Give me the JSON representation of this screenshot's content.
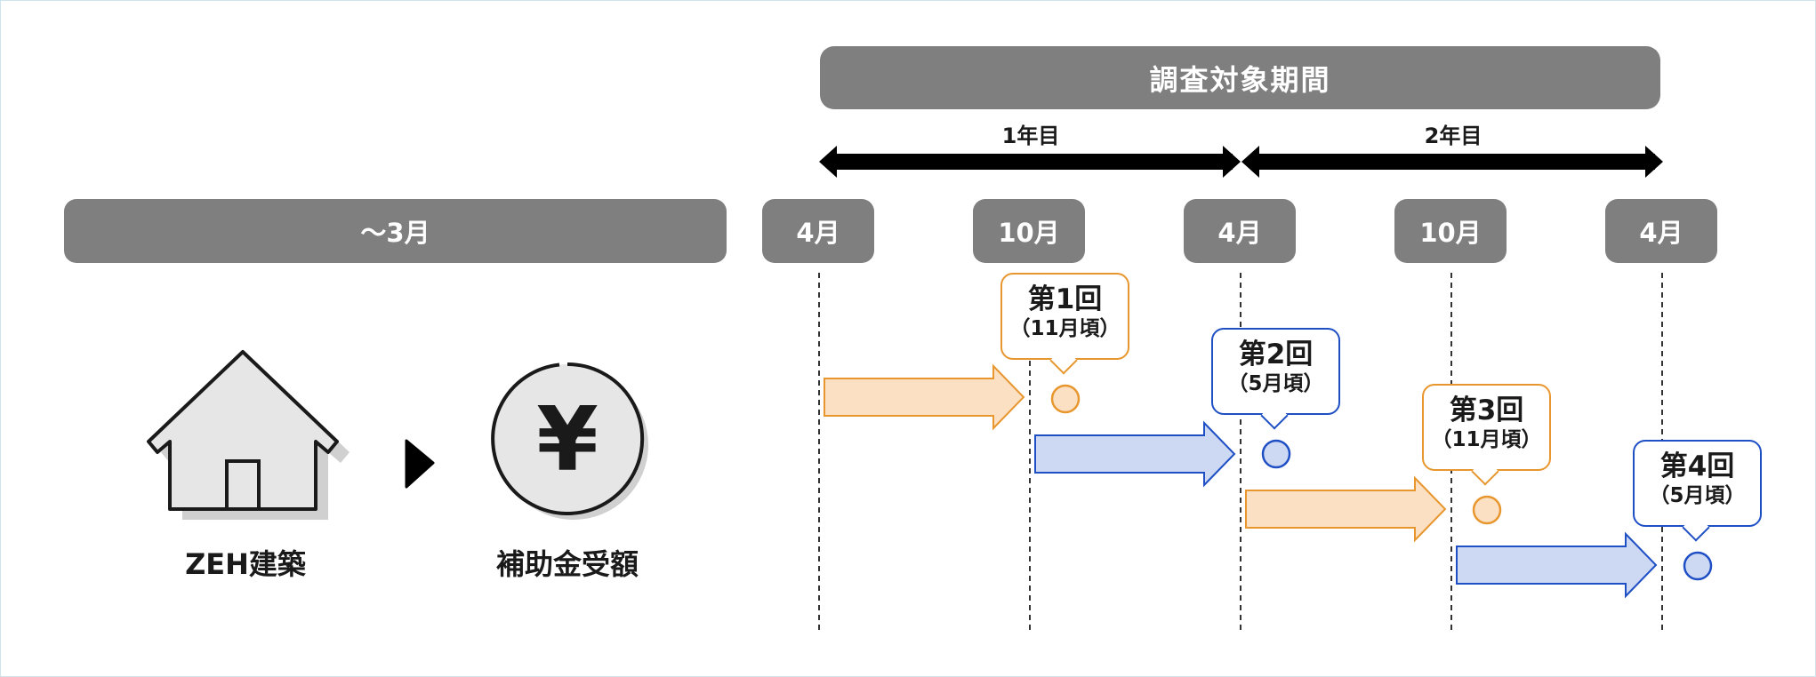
{
  "header": {
    "survey_period": "調査対象期間"
  },
  "years": {
    "year1": "1年目",
    "year2": "2年目"
  },
  "months": {
    "before": "～3月",
    "m1": "4月",
    "m2": "10月",
    "m3": "4月",
    "m4": "10月",
    "m5": "4月"
  },
  "left": {
    "zeh_label": "ZEH建築",
    "subsidy_label": "補助金受額",
    "yen_symbol": "¥"
  },
  "rounds": [
    {
      "title": "第1回",
      "timing": "（11月頃）"
    },
    {
      "title": "第2回",
      "timing": "（5月頃）"
    },
    {
      "title": "第3回",
      "timing": "（11月頃）"
    },
    {
      "title": "第4回",
      "timing": "（5月頃）"
    }
  ],
  "colors": {
    "pill": "#7f7f7f",
    "orange_fill": "#fbe0c4",
    "orange_stroke": "#e8962e",
    "blue_fill": "#cdd8f3",
    "blue_stroke": "#1f4fc4"
  }
}
